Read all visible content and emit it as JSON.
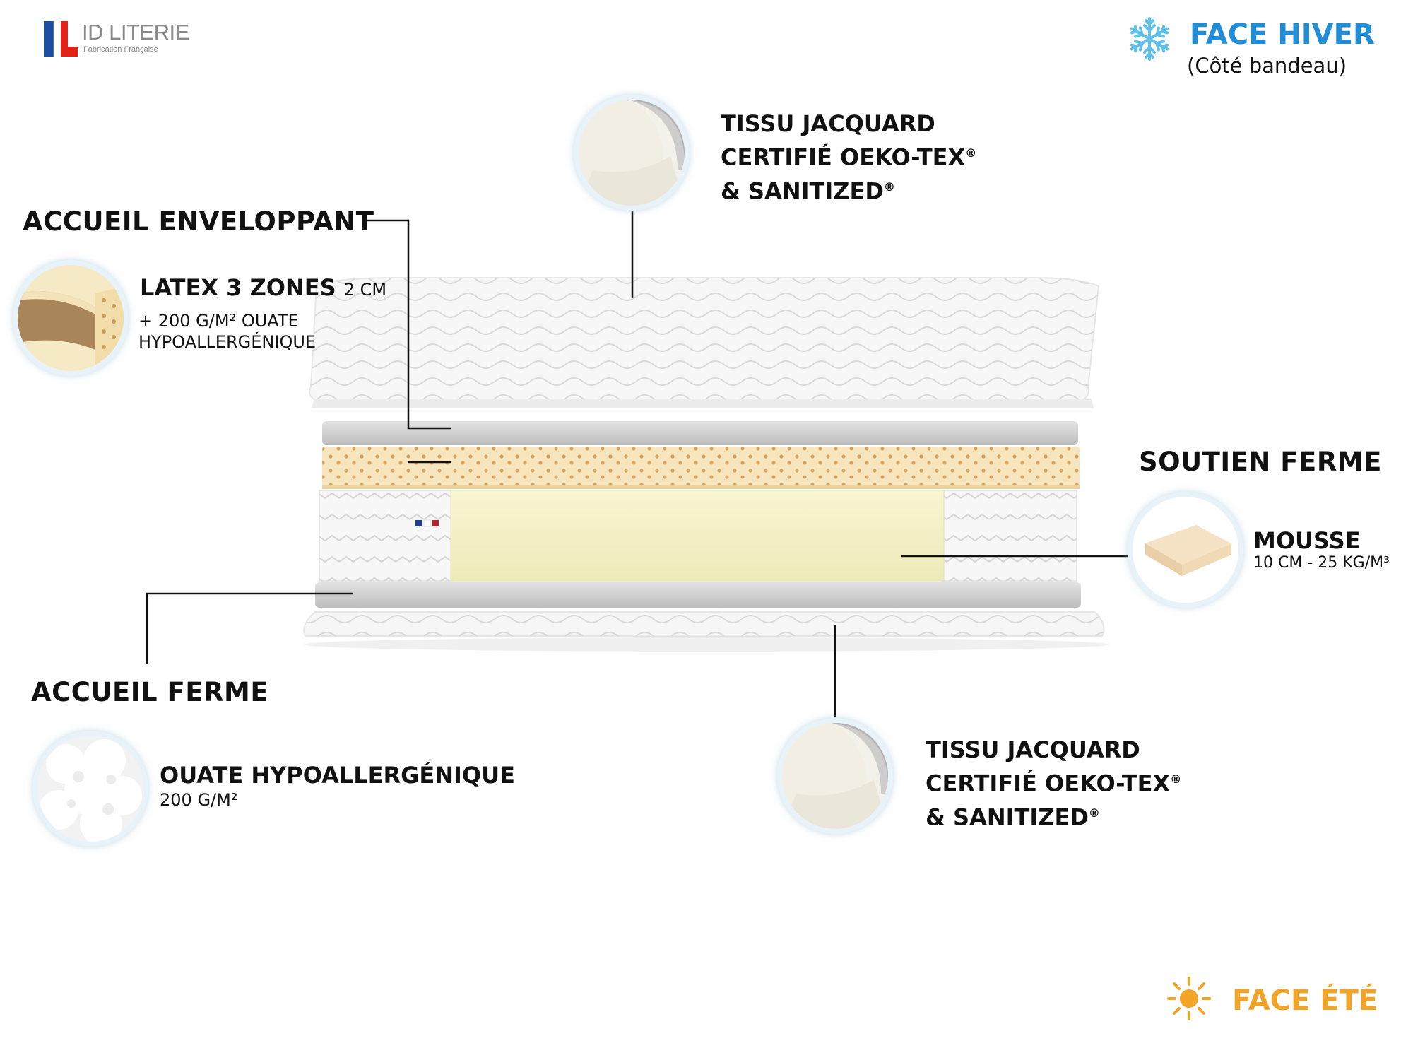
{
  "brand": {
    "name": "ID LITERIE",
    "tagline": "Fabrication Française"
  },
  "face_hiver": {
    "title": "FACE HIVER",
    "subtitle": "(Côté bandeau)",
    "icon": "snowflake-icon",
    "color": "#1f8dd8"
  },
  "face_ete": {
    "title": "FACE ÉTÉ",
    "icon": "sun-icon",
    "color": "#f2a427"
  },
  "tissu_top": {
    "line1": "TISSU JACQUARD",
    "line2": "CERTIFIÉ OEKO-TEX",
    "line3": "& SANITIZED",
    "reg": "®"
  },
  "tissu_bottom": {
    "line1": "TISSU JACQUARD",
    "line2": "CERTIFIÉ OEKO-TEX",
    "line3": "& SANITIZED",
    "reg": "®"
  },
  "accueil_enveloppant": {
    "heading": "ACCUEIL ENVELOPPANT",
    "title": "LATEX 3 ZONES",
    "size": "2 CM",
    "line1": "+ 200 G/M² OUATE",
    "line2": "HYPOALLERGÉNIQUE"
  },
  "soutien_ferme": {
    "heading": "SOUTIEN FERME",
    "title": "MOUSSE",
    "spec": "10 CM - 25 KG/M³"
  },
  "accueil_ferme": {
    "heading": "ACCUEIL FERME",
    "title": "OUATE HYPOALLERGÉNIQUE",
    "spec": "200 G/M²"
  },
  "colors": {
    "latex": "#f7e6bd",
    "foam": "#f4f3c8",
    "fabric": "#f7f7f7",
    "felt": "#c9c9c9",
    "snow": "#5fc0ea",
    "sun": "#f2a427"
  }
}
